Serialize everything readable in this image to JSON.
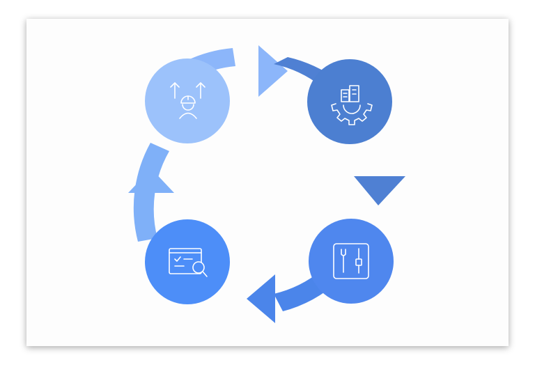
{
  "diagram": {
    "type": "cycle",
    "nodes": [
      {
        "id": "top-left",
        "icon": "worker-growth-icon",
        "color": "#9cc2fb"
      },
      {
        "id": "top-right",
        "icon": "gear-factory-icon",
        "color": "#4c7fd1"
      },
      {
        "id": "bottom-right",
        "icon": "tools-panel-icon",
        "color": "#4f87ee"
      },
      {
        "id": "bottom-left",
        "icon": "checklist-search-icon",
        "color": "#4d8ef8"
      }
    ],
    "arrows": [
      {
        "from": "top-left",
        "to": "top-right",
        "color": "#8cb6fa"
      },
      {
        "from": "top-right",
        "to": "bottom-right",
        "color": "#4f80d3"
      },
      {
        "from": "bottom-right",
        "to": "bottom-left",
        "color": "#4b85ea"
      },
      {
        "from": "bottom-left",
        "to": "top-left",
        "color": "#7fb0f8"
      }
    ]
  }
}
